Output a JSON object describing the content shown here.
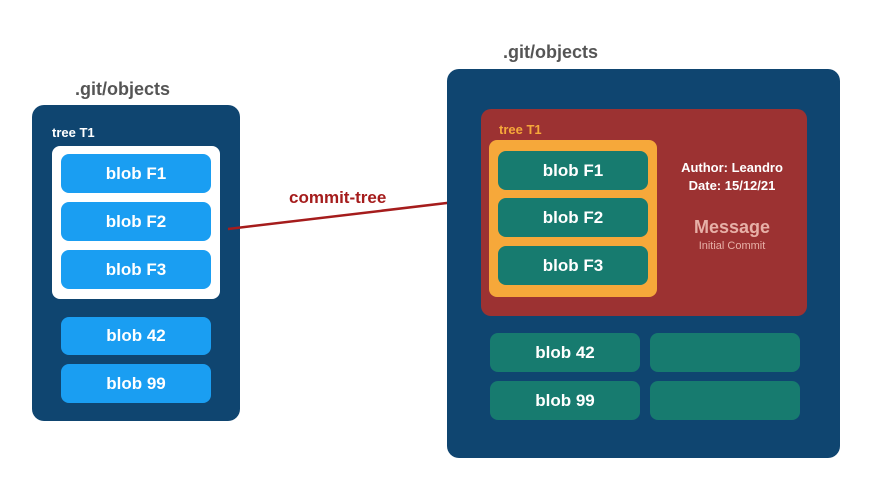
{
  "left": {
    "heading": ".git/objects",
    "tree_label": "tree T1",
    "tree_blobs": [
      "blob F1",
      "blob F2",
      "blob F3"
    ],
    "other_blobs": [
      "blob 42",
      "blob 99"
    ]
  },
  "arrow": {
    "label": "commit-tree"
  },
  "right": {
    "heading": ".git/objects",
    "commit": {
      "tree_label": "tree T1",
      "tree_blobs": [
        "blob F1",
        "blob F2",
        "blob F3"
      ],
      "author": "Author: Leandro",
      "date": "Date: 15/12/21",
      "message_title": "Message",
      "message_text": "Initial Commit"
    },
    "other_blobs": [
      "blob 42",
      "blob 99"
    ]
  },
  "colors": {
    "store": "#0f4570",
    "blob_blue": "#1a9ef2",
    "blob_green": "#177b6f",
    "commit": "#9c3232",
    "tree_highlight": "#f6a83a",
    "arrow": "#a51c1c"
  }
}
